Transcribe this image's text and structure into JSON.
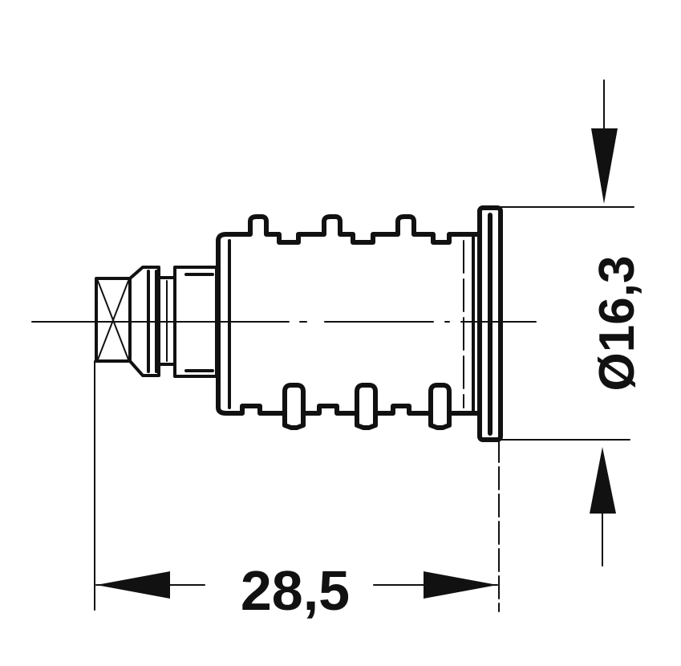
{
  "drawing": {
    "subject": "lock cylinder side view",
    "line_color": "#111111",
    "background": "#ffffff"
  },
  "dimensions": {
    "length": {
      "label": "28,5",
      "orientation": "horizontal"
    },
    "diameter": {
      "label": "Ø16,3",
      "orientation": "vertical"
    }
  }
}
